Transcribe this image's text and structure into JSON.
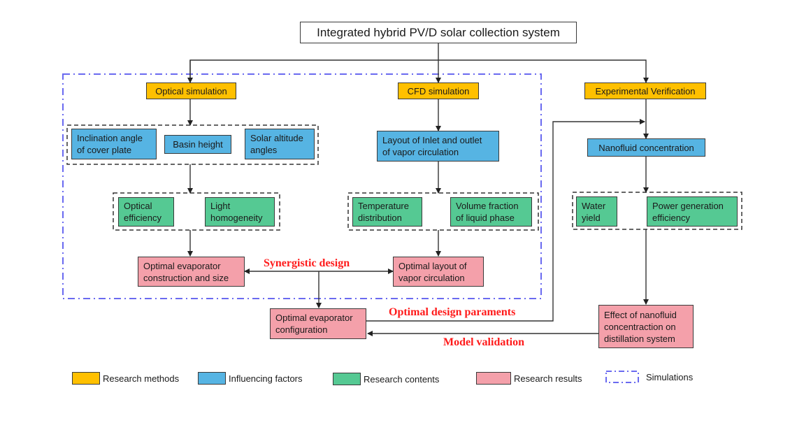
{
  "title": "Integrated hybrid PV/D solar collection system",
  "methods": {
    "optical": "Optical simulation",
    "cfd": "CFD simulation",
    "experimental": "Experimental Verification"
  },
  "factors": {
    "inclination": [
      "Inclination angle",
      "of  cover plate"
    ],
    "basin_height": "Basin height",
    "solar_altitude": [
      "Solar altitude",
      "angles"
    ],
    "layout_inlet": [
      "Layout of Inlet and outlet",
      "of vapor circulation"
    ],
    "nanofluid": "Nanofluid concentration"
  },
  "contents": {
    "optical_efficiency": [
      "Optical",
      "efficiency"
    ],
    "light_homogeneity": [
      "Light",
      "homogeneity"
    ],
    "temperature": [
      "Temperature",
      "distribution"
    ],
    "volume_fraction": [
      "Volume fraction",
      "of liquid phase"
    ],
    "water_yield": [
      "Water",
      "yield"
    ],
    "power_generation": [
      "Power generation",
      "efficiency"
    ]
  },
  "results": {
    "evaporator_construction": [
      "Optimal evaporator",
      "construction and size"
    ],
    "vapor_layout": [
      "Optimal layout of",
      "vapor circulation"
    ],
    "evaporator_config": [
      "Optimal evaporator",
      "configuration"
    ],
    "nanofluid_effect": [
      "Effect of nanofluid",
      "concentraction on",
      "distillation system"
    ]
  },
  "annotations": {
    "synergistic": "Synergistic design",
    "optimal_params": "Optimal design paraments",
    "model_validation": "Model validation"
  },
  "legend": [
    {
      "label": "Research methods",
      "color": "#ffc000"
    },
    {
      "label": "Influencing factors",
      "color": "#56b4e3"
    },
    {
      "label": "Research contents",
      "color": "#55c993"
    },
    {
      "label": "Research results",
      "color": "#f4a0aa"
    },
    {
      "label": "Simulations",
      "color": "#6a6af0"
    }
  ],
  "colors": {
    "method": "#ffc000",
    "factor": "#56b4e3",
    "content": "#55c993",
    "result": "#f4a0aa",
    "simulation_border": "#6a6af0",
    "annotation": "#ff1a1a"
  }
}
